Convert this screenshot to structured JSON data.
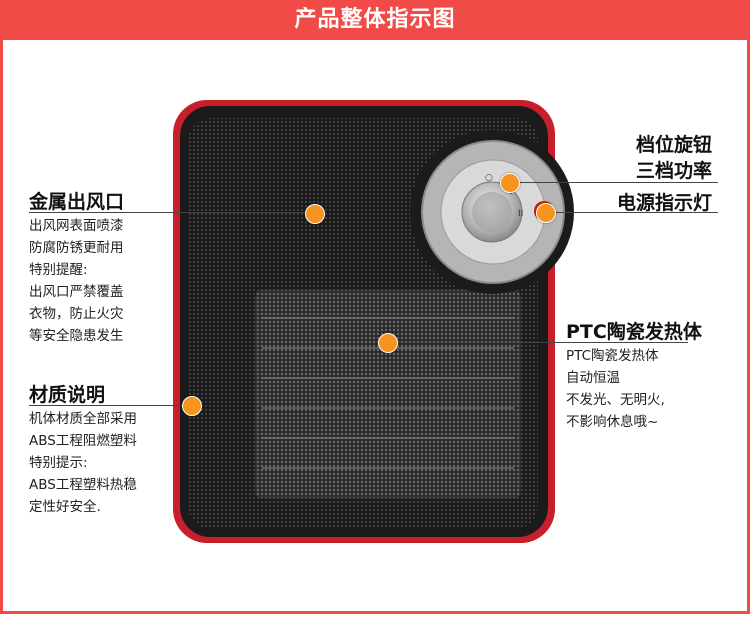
{
  "banner": {
    "title": "产品整体指示图"
  },
  "callouts": {
    "outlet": {
      "title": "金属出风口",
      "lines": [
        "出风网表面喷漆",
        "防腐防锈更耐用",
        "特别提醒:",
        "出风口严禁覆盖",
        "衣物，防止火灾",
        "等安全隐患发生"
      ]
    },
    "material": {
      "title": "材质说明",
      "lines": [
        "机体材质全部采用",
        "ABS工程阻燃塑料",
        "特别提示:",
        "ABS工程塑料热稳",
        "定性好安全."
      ]
    },
    "knob": {
      "title1": "档位旋钮",
      "title2": "三档功率"
    },
    "indicator": {
      "title": "电源指示灯"
    },
    "ptc": {
      "title": "PTC陶瓷发热体",
      "lines": [
        "PTC陶瓷发热体",
        "自动恒温",
        "不发光、无明火,",
        "不影响休息哦~"
      ]
    }
  },
  "colors": {
    "banner": "#f04b46",
    "heater_body": "#c8202a",
    "grille": "#1d1d1d",
    "callout_dot": "#f7941d",
    "indicator_light": "#ff3b1a"
  }
}
